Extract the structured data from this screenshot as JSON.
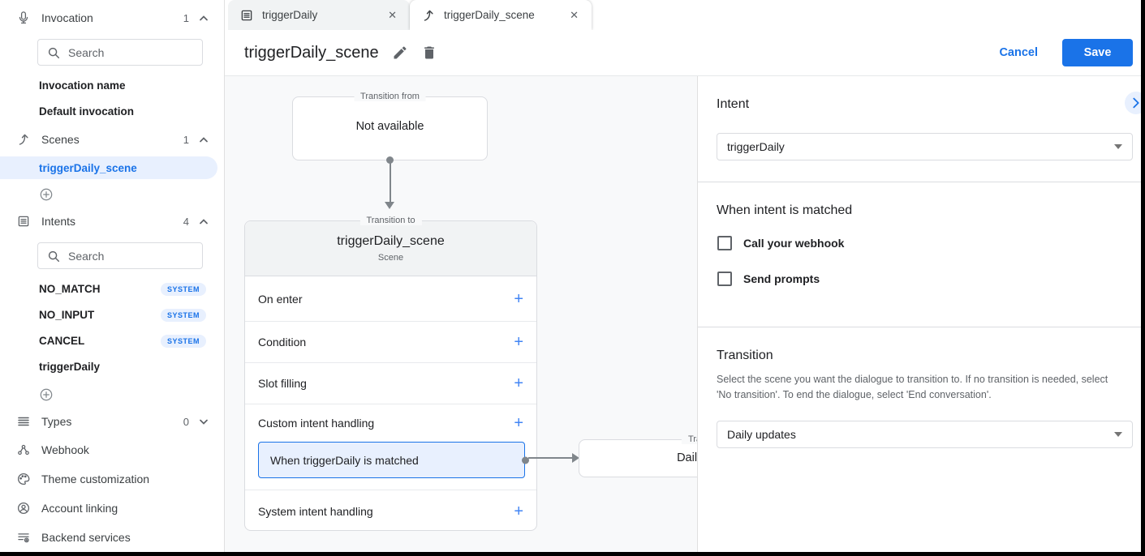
{
  "colors": {
    "accent": "#1a73e8",
    "accent_light": "#e8f0fe",
    "plus_blue": "#4285f4",
    "text_primary": "#202124",
    "text_secondary": "#5f6368",
    "border": "#dadce0",
    "canvas_bg": "#f8f9fa",
    "tab_inactive_bg": "#f1f3f4",
    "connector": "#80868b"
  },
  "sidebar": {
    "invocation": {
      "label": "Invocation",
      "count": "1",
      "search_placeholder": "Search",
      "items": [
        {
          "label": "Invocation name"
        },
        {
          "label": "Default invocation"
        }
      ]
    },
    "scenes": {
      "label": "Scenes",
      "count": "1",
      "selected": "triggerDaily_scene"
    },
    "intents": {
      "label": "Intents",
      "count": "4",
      "search_placeholder": "Search",
      "items": [
        {
          "label": "NO_MATCH",
          "badge": "SYSTEM"
        },
        {
          "label": "NO_INPUT",
          "badge": "SYSTEM"
        },
        {
          "label": "CANCEL",
          "badge": "SYSTEM"
        },
        {
          "label": "triggerDaily",
          "badge": ""
        }
      ]
    },
    "types": {
      "label": "Types",
      "count": "0"
    },
    "links": [
      {
        "label": "Webhook"
      },
      {
        "label": "Theme customization"
      },
      {
        "label": "Account linking"
      },
      {
        "label": "Backend services"
      }
    ]
  },
  "tabs": [
    {
      "label": "triggerDaily",
      "icon": "intent-icon",
      "close": "✕"
    },
    {
      "label": "triggerDaily_scene",
      "icon": "scene-icon",
      "close": "✕"
    }
  ],
  "header": {
    "title": "triggerDaily_scene",
    "cancel_label": "Cancel",
    "save_label": "Save"
  },
  "canvas": {
    "from_box": {
      "legend": "Transition from",
      "text": "Not available"
    },
    "scene_box": {
      "legend": "Transition to",
      "title": "triggerDaily_scene",
      "subtitle": "Scene",
      "rows": [
        {
          "label": "On enter"
        },
        {
          "label": "Condition"
        },
        {
          "label": "Slot filling"
        },
        {
          "label": "Custom intent handling"
        }
      ],
      "handler": "When triggerDaily is matched",
      "last_row": "System intent handling",
      "plus": "+"
    },
    "target_box": {
      "legend": "Transition to",
      "text": "Daily updates"
    }
  },
  "panel": {
    "intent_heading": "Intent",
    "intent_value": "triggerDaily",
    "matched_heading": "When intent is matched",
    "checkboxes": [
      {
        "label": "Call your webhook"
      },
      {
        "label": "Send prompts"
      }
    ],
    "transition_heading": "Transition",
    "transition_desc": "Select the scene you want the dialogue to transition to. If no transition is needed, select 'No transition'. To end the dialogue, select 'End conversation'.",
    "transition_value": "Daily updates"
  }
}
